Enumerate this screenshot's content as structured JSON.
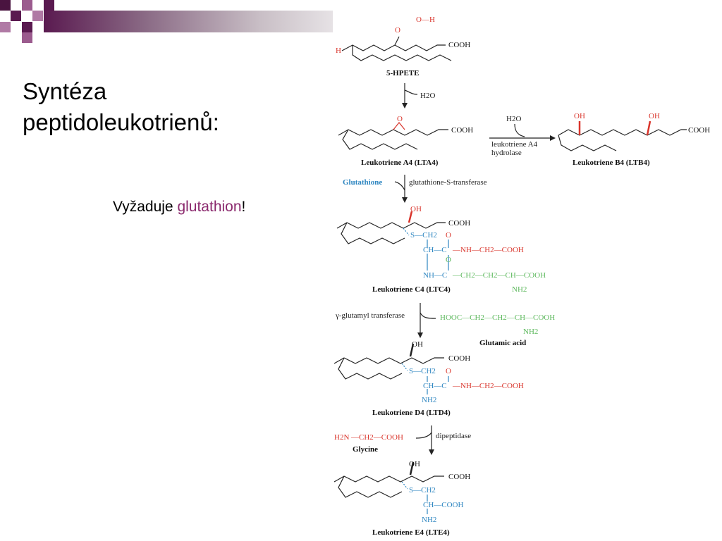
{
  "slide": {
    "title_line1": "Syntéza",
    "title_line2": "peptidoleukotrienů:",
    "subtitle_prefix": "Vyžaduje ",
    "subtitle_highlight": "glutathion",
    "subtitle_suffix": "!"
  },
  "colors": {
    "accent": "#6b1f5e",
    "highlight_text": "#8b2a6e",
    "oxygen": "#d9342b",
    "glutathione_blue": "#2e86c1",
    "glutamate_green": "#5cb85c"
  },
  "compounds": {
    "hpete": {
      "name": "5-HPETE",
      "o_h": "O—H",
      "o": "O",
      "h": "H",
      "cooh": "COOH"
    },
    "lta4": {
      "name": "Leukotriene A4 (LTA4)",
      "o": "O",
      "cooh": "COOH"
    },
    "ltb4": {
      "name": "Leukotriene B4 (LTB4)",
      "oh1": "OH",
      "oh2": "OH",
      "cooh": "COOH"
    },
    "ltc4": {
      "name": "Leukotriene C4 (LTC4)",
      "oh": "OH",
      "cooh": "COOH",
      "s_ch2": "S—CH2",
      "ch_c": "CH—C",
      "o_top": "O",
      "nh_gly": "—NH—CH2—COOH",
      "nh_c": "NH—C",
      "o_mid": "O",
      "glu_chain": "—CH2—CH2—CH—COOH",
      "nh2": "NH2"
    },
    "glutamic_acid": {
      "name": "Glutamic acid",
      "formula": "HOOC—CH2—CH2—CH—COOH",
      "nh2": "NH2"
    },
    "ltd4": {
      "name": "Leukotriene D4 (LTD4)",
      "oh": "OH",
      "cooh": "COOH",
      "s_ch2": "S—CH2",
      "ch_c": "CH—C",
      "o_top": "O",
      "nh_gly": "—NH—CH2—COOH",
      "nh2": "NH2"
    },
    "glycine": {
      "name": "Glycine",
      "formula_h2n": "H2N",
      "formula_rest": "—CH2—COOH"
    },
    "lte4": {
      "name": "Leukotriene E4 (LTE4)",
      "oh": "OH",
      "cooh": "COOH",
      "s_ch2": "S—CH2",
      "ch_cooh": "CH—COOH",
      "nh2": "NH2"
    }
  },
  "reactions": {
    "water_loss": "H2O",
    "hydrolase_water": "H2O",
    "hydrolase_line1": "leukotriene A4",
    "hydrolase_line2": "hydrolase",
    "glutathione": "Glutathione",
    "gst": "glutathione-S-transferase",
    "ggt": "γ-glutamyl transferase",
    "dipeptidase": "dipeptidase"
  }
}
